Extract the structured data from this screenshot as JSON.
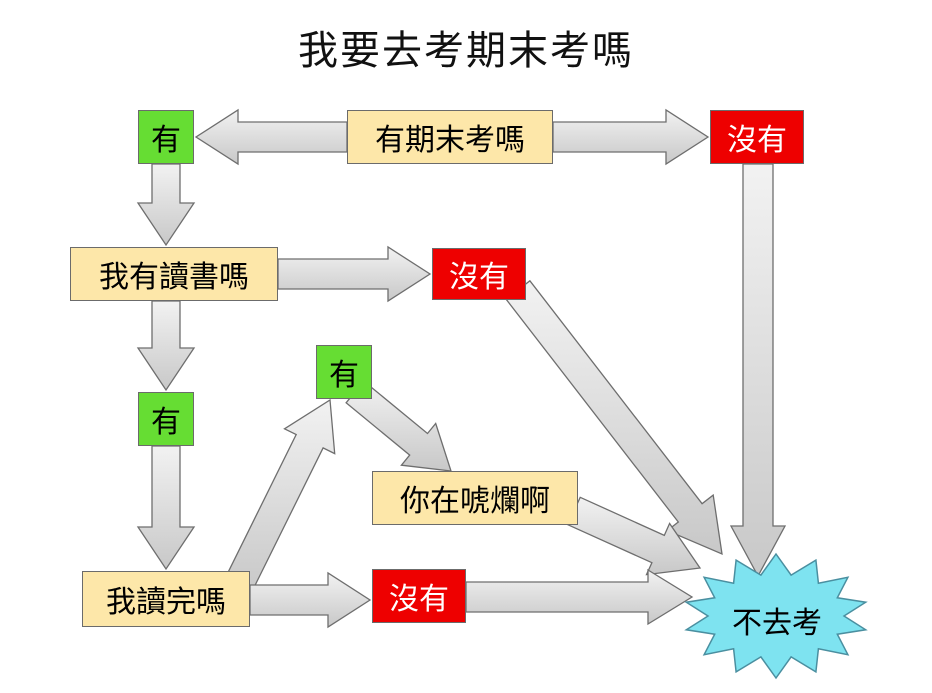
{
  "title": "我要去考期末考嗎",
  "nodes": {
    "q_exam": "有期末考嗎",
    "yes_exam": "有",
    "no_exam": "沒有",
    "q_study": "我有讀書嗎",
    "no_study": "沒有",
    "yes_study": "有",
    "q_finish": "我讀完嗎",
    "no_finish": "沒有",
    "yes_finish": "有",
    "q_kidding": "你在唬爛啊",
    "result": "不去考"
  },
  "colors": {
    "question": "#fde7a9",
    "yes": "#66dd33",
    "no": "#ee0000",
    "result": "#7ee3f0",
    "arrow": "#dcdcdc"
  }
}
